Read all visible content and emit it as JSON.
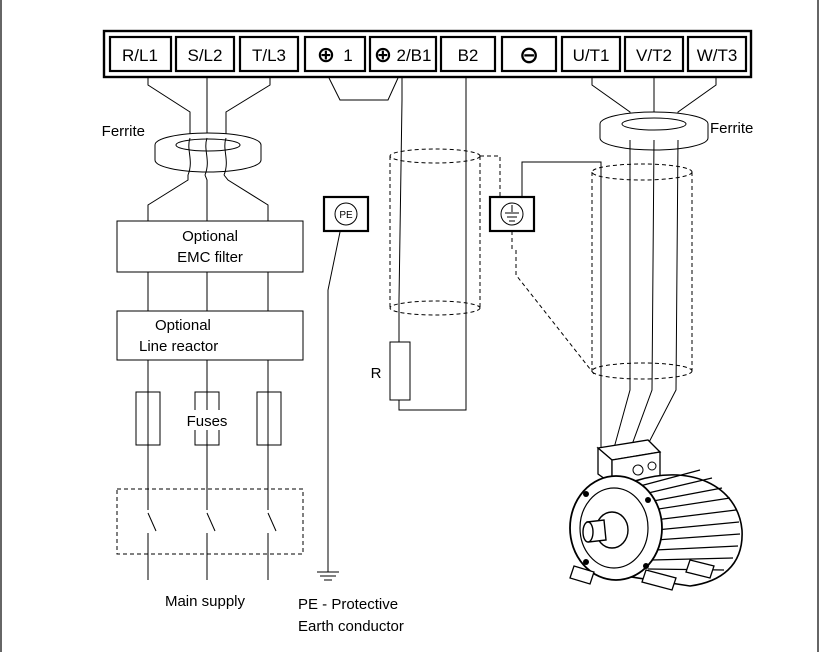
{
  "terminals": [
    {
      "label": "R/L1"
    },
    {
      "label": "S/L2"
    },
    {
      "label": "T/L3"
    },
    {
      "symbol": "⊕",
      "label": "1"
    },
    {
      "symbol": "⊕",
      "label": "2/B1"
    },
    {
      "label": "B2"
    },
    {
      "symbol": "⊖",
      "label": ""
    },
    {
      "label": "U/T1"
    },
    {
      "label": "V/T2"
    },
    {
      "label": "W/T3"
    }
  ],
  "labels": {
    "ferrite_left": "Ferrite",
    "ferrite_right": "Ferrite",
    "emc_filter_line1": "Optional",
    "emc_filter_line2": "EMC filter",
    "line_reactor_line1": "Optional",
    "line_reactor_line2": "Line reactor",
    "fuses": "Fuses",
    "main_supply": "Main supply",
    "pe_box": "PE",
    "pe_desc_line1": "PE - Protective",
    "pe_desc_line2": "Earth conductor",
    "resistor": "R"
  },
  "icons": {
    "plus_terminal": "circled-plus-icon",
    "minus_terminal": "circled-minus-icon",
    "ground": "ground-symbol-icon",
    "protective_earth": "protective-earth-icon",
    "motor": "electric-motor-icon"
  }
}
